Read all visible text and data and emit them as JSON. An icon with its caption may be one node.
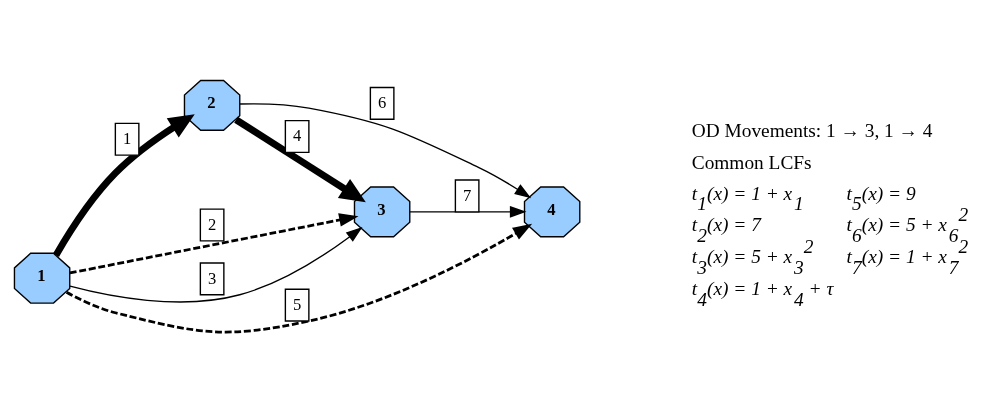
{
  "diagram": {
    "nodes": [
      {
        "text": [
          "1"
        ]
      },
      {
        "text": [
          "2"
        ]
      },
      {
        "text": [
          "3"
        ]
      },
      {
        "text": [
          "4"
        ]
      }
    ],
    "edges": [
      {
        "from": 0,
        "to": 1,
        "arrow": "to",
        "label": "1",
        "style": "thick"
      },
      {
        "from": 0,
        "to": 2,
        "arrow": "to",
        "label": "2",
        "style": "dashed"
      },
      {
        "from": 0,
        "to": 2,
        "arrow": "to",
        "label": "3"
      },
      {
        "from": 1,
        "to": 2,
        "arrow": "to",
        "label": "4",
        "style": "thick"
      },
      {
        "from": 0,
        "to": 3,
        "arrow": "to",
        "label": "5",
        "style": "dashed"
      },
      {
        "from": 1,
        "to": 3,
        "arrow": "to",
        "label": "6"
      },
      {
        "from": 2,
        "to": 3,
        "arrow": "to",
        "label": "7"
      }
    ],
    "labels": [
      "OD Movements: 1 → 3, 1 → 4",
      "Common LCFs",
      "t$_{1}$(x) = 1 + x$_{1}$",
      "t$_{5}$(x) = 9",
      "t$_{2}$(x) = 7",
      "t$_{6}$(x) = 5 + x$_{6}$$^{2}$",
      "t$_{3}$(x) = 5 + x$_{3}$$^{2}$",
      "t$_{7}$(x) = 1 + x$_{7}$$^{2}$",
      "t$_{4}$(x) = 1 + x$_{4}$ + τ"
    ]
  }
}
